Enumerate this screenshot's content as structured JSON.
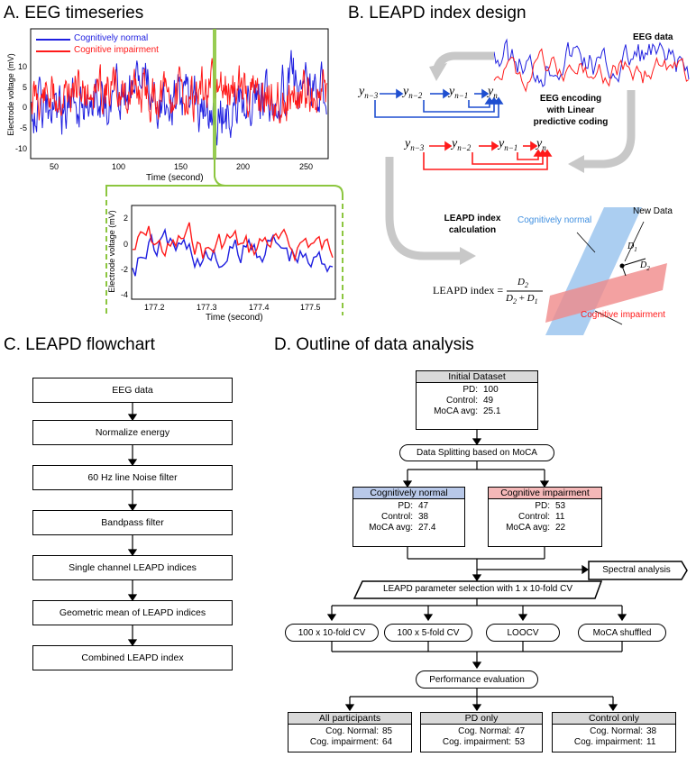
{
  "panelA": {
    "letter": "A.",
    "title": "EEG timeseries",
    "legend": [
      "Cognitively normal",
      "Cognitive impairment"
    ],
    "ylabel": "Electrode voltage (mV)",
    "xlabel": "Time (second)",
    "xticks": [
      "50",
      "100",
      "150",
      "200",
      "250"
    ],
    "yticks": [
      "10",
      "5",
      "0",
      "-5",
      "-10"
    ],
    "zoom_ylabel": "Electrode voltage (mV)",
    "zoom_xlabel": "Time (second)",
    "zoom_xticks": [
      "177.2",
      "177.3",
      "177.4",
      "177.5"
    ],
    "zoom_yticks": [
      "2",
      "0",
      "-2",
      "-4"
    ]
  },
  "panelB": {
    "letter": "B.",
    "title": "LEAPD index design",
    "eeg_data": "EEG data",
    "encoding": [
      "EEG encoding",
      "with Linear",
      "predictive coding"
    ],
    "calc": [
      "LEAPD index",
      "calculation"
    ],
    "normal_label": "Cognitively normal",
    "impair_label": "Cognitive impairment",
    "new_data": "New Data",
    "formula_lhs": "LEAPD index =",
    "formula_num": "D",
    "d1": "D",
    "d2": "D",
    "seq_terms": [
      "y",
      "y",
      "y",
      "y"
    ],
    "seq_subs": [
      "n−3",
      "n−2",
      "n−1",
      "n"
    ],
    "sub1": "1",
    "sub2": "2",
    "plus": "+"
  },
  "panelC": {
    "letter": "C.",
    "title": "LEAPD flowchart",
    "steps": [
      "EEG data",
      "Normalize energy",
      "60 Hz line Noise filter",
      "Bandpass filter",
      "Single channel LEAPD indices",
      "Geometric mean of LEAPD indices",
      "Combined LEAPD index"
    ]
  },
  "panelD": {
    "letter": "D.",
    "title": "Outline of data analysis",
    "initial": {
      "header": "Initial Dataset",
      "rows": [
        [
          "PD:",
          "100"
        ],
        [
          "Control:",
          "49"
        ],
        [
          "MoCA avg:",
          "25.1"
        ]
      ]
    },
    "splitting": "Data Splitting based on MoCA",
    "normal": {
      "header": "Cognitively normal",
      "rows": [
        [
          "PD:",
          "47"
        ],
        [
          "Control:",
          "38"
        ],
        [
          "MoCA avg:",
          "27.4"
        ]
      ]
    },
    "impair": {
      "header": "Cognitive impairment",
      "rows": [
        [
          "PD:",
          "53"
        ],
        [
          "Control:",
          "11"
        ],
        [
          "MoCA avg:",
          "22"
        ]
      ]
    },
    "spectral": "Spectral analysis",
    "param": "LEAPD parameter selection with 1 x 10-fold CV",
    "cv": [
      "100 x 10-fold CV",
      "100 x 5-fold CV",
      "LOOCV",
      "MoCA shuffled"
    ],
    "perf": "Performance evaluation",
    "results": [
      {
        "header": "All participants",
        "rows": [
          [
            "Cog. Normal:",
            "85"
          ],
          [
            "Cog. impairment:",
            "64"
          ]
        ]
      },
      {
        "header": "PD only",
        "rows": [
          [
            "Cog. Normal:",
            "47"
          ],
          [
            "Cog. impairment:",
            "53"
          ]
        ]
      },
      {
        "header": "Control only",
        "rows": [
          [
            "Cog. Normal:",
            "38"
          ],
          [
            "Cog. impairment:",
            "11"
          ]
        ]
      }
    ]
  },
  "colors": {
    "normal_blue": "#1f1fe0",
    "impair_red": "#ff1a1a",
    "normal_fill": "#b8c8e8",
    "impair_fill": "#f4b8b8",
    "header_gray": "#d9d9d9",
    "zoom_green": "#8cc63f"
  }
}
